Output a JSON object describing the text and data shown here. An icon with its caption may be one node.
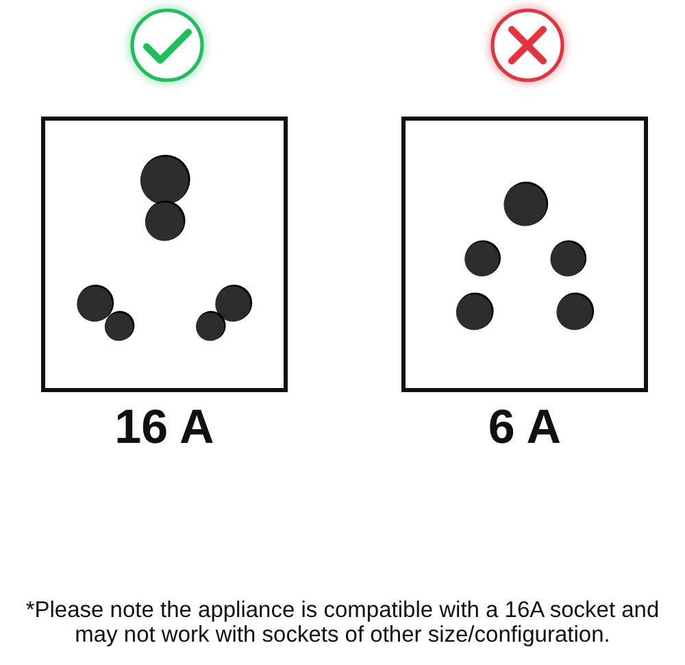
{
  "diagram": {
    "nodes": [
      {
        "text": [
          "16 A"
        ]
      },
      {
        "text": [
          "6 A"
        ]
      }
    ],
    "labels": [
      "*Please note the appliance is compatible with a 16A socket and may not work with sockets of other size/configuration."
    ]
  }
}
